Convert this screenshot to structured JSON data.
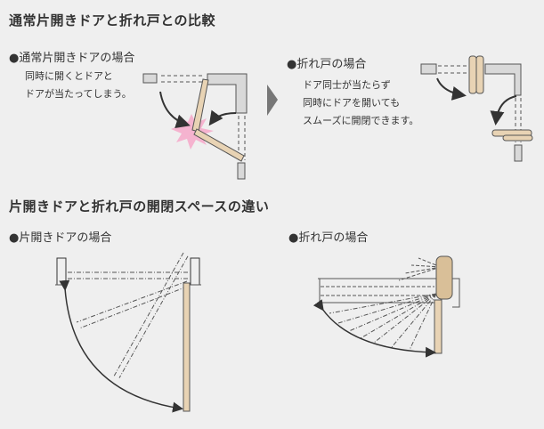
{
  "section1": {
    "title": "通常片開きドアと折れ戸との比較",
    "left": {
      "heading": "●通常片開きドアの場合",
      "lines": [
        "同時に開くとドアと",
        "ドアが当たってしまう。"
      ]
    },
    "right": {
      "heading": "●折れ戸の場合",
      "lines": [
        "ドア同士が当たらず",
        "同時にドアを開いても",
        "スムーズに開閉できます。"
      ]
    }
  },
  "section2": {
    "title": "片開きドアと折れ戸の開閉スペースの違い",
    "left_heading": "●片開きドアの場合",
    "right_heading": "●折れ戸の場合"
  },
  "colors": {
    "door": "#e8d3b4",
    "wall": "#d9d9d9",
    "impact": "#f5b3cf",
    "arrow_marker": "#777777"
  }
}
